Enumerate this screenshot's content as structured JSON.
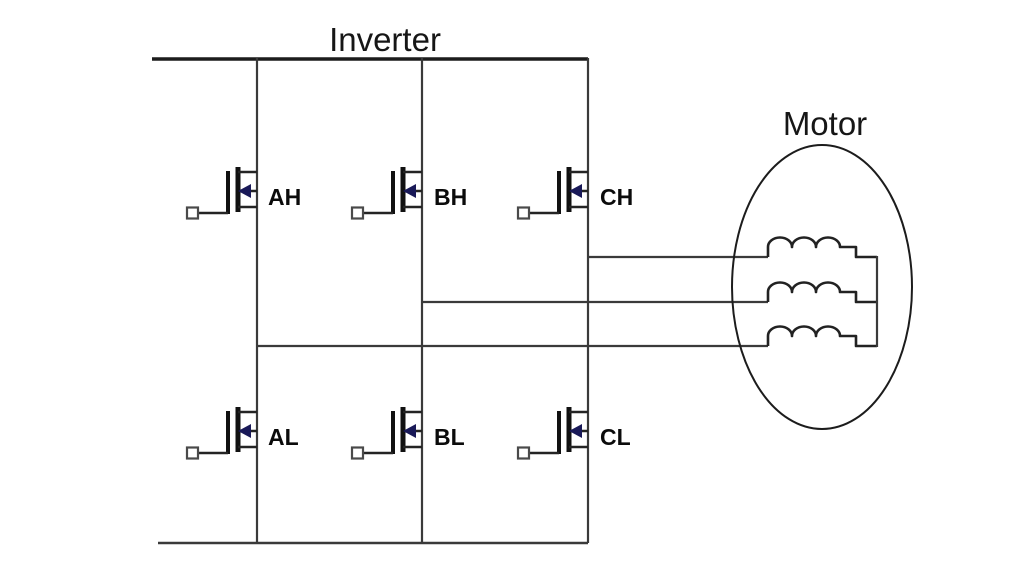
{
  "inverter": {
    "title": "Inverter",
    "transistors": [
      {
        "label": "AH"
      },
      {
        "label": "BH"
      },
      {
        "label": "CH"
      },
      {
        "label": "AL"
      },
      {
        "label": "BL"
      },
      {
        "label": "CL"
      }
    ]
  },
  "motor": {
    "title": "Motor",
    "winding_count": 3
  },
  "colors": {
    "wire": "#3a3a3a",
    "rail": "#1c1c1c",
    "body_arrow": "#191958",
    "text": "#161616",
    "background": "#ffffff"
  }
}
